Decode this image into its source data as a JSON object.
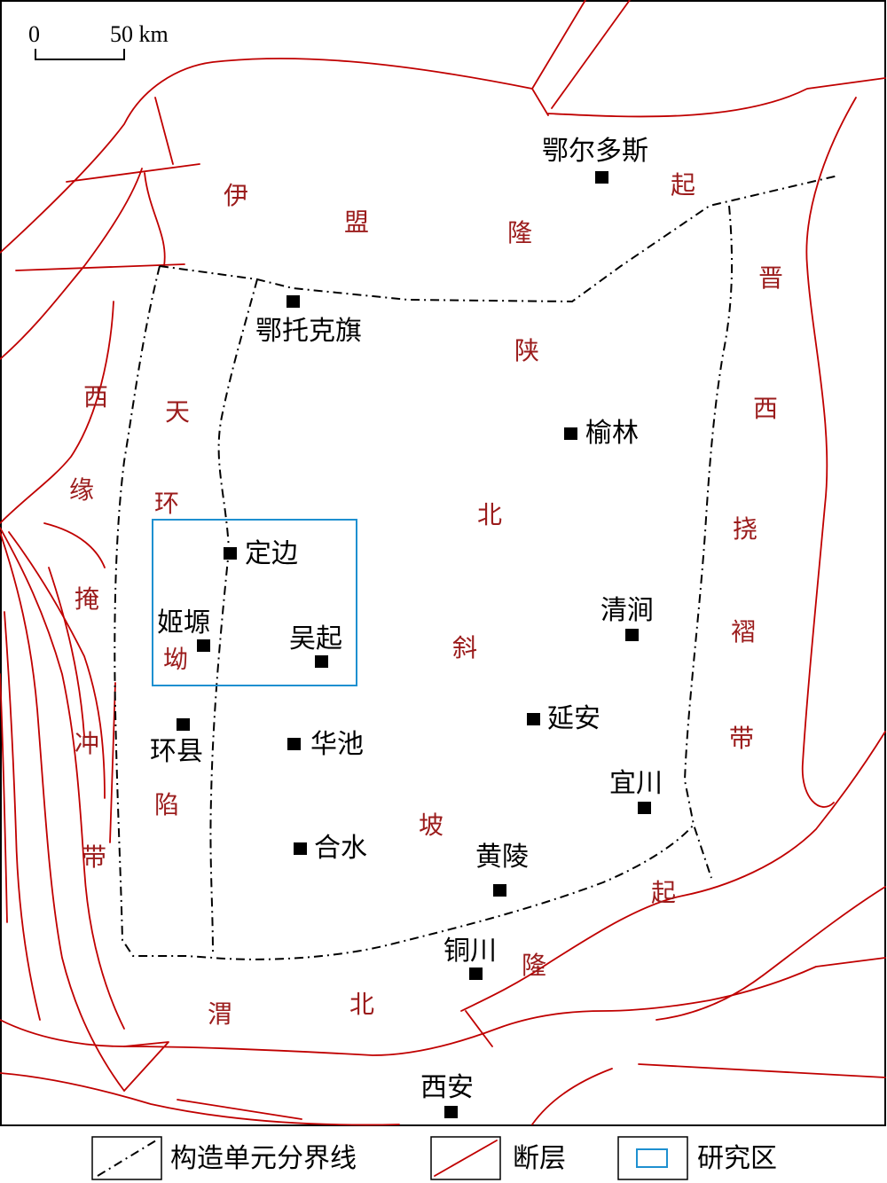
{
  "scale_bar": {
    "zero_label": "0",
    "distance_label": "50 km"
  },
  "cities": [
    {
      "id": "ordos",
      "name": "鄂尔多斯"
    },
    {
      "id": "etuokeqi",
      "name": "鄂托克旗"
    },
    {
      "id": "yulin",
      "name": "榆林"
    },
    {
      "id": "dingbian",
      "name": "定边"
    },
    {
      "id": "jiyuan",
      "name": "姬塬"
    },
    {
      "id": "wuqi",
      "name": "吴起"
    },
    {
      "id": "qingjian",
      "name": "清涧"
    },
    {
      "id": "yanan",
      "name": "延安"
    },
    {
      "id": "huanxian",
      "name": "环县"
    },
    {
      "id": "huachi",
      "name": "华池"
    },
    {
      "id": "yichuan",
      "name": "宜川"
    },
    {
      "id": "heshui",
      "name": "合水"
    },
    {
      "id": "huangling",
      "name": "黄陵"
    },
    {
      "id": "tongchuan",
      "name": "铜川"
    },
    {
      "id": "xian",
      "name": "西安"
    }
  ],
  "region_chars": [
    "伊",
    "盟",
    "隆",
    "起",
    "晋",
    "西",
    "挠",
    "褶",
    "带",
    "陕",
    "北",
    "斜",
    "坡",
    "西",
    "缘",
    "掩",
    "冲",
    "带",
    "天",
    "环",
    "坳",
    "陷",
    "渭",
    "北",
    "隆",
    "起"
  ],
  "legend": {
    "boundary_label": "构造单元分界线",
    "fault_label": "断层",
    "study_area_label": "研究区"
  },
  "colors": {
    "fault": "#c00000",
    "region_text": "#9b1c1c",
    "study_area": "#1e90d0",
    "boundary": "#000000"
  }
}
